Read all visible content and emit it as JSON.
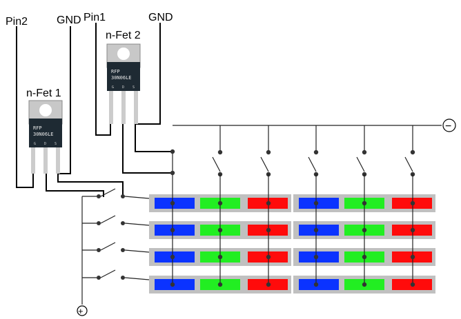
{
  "labels": {
    "pin2": "Pin2",
    "gnd_left": "GND",
    "pin1": "Pin1",
    "gnd_right": "GND",
    "fet1": "n-Fet 1",
    "fet2": "n-Fet 2",
    "minus": "−",
    "plus": "+"
  },
  "fets": [
    {
      "name": "n-Fet 1",
      "part_line1": "RFP",
      "part_line2": "30N06LE",
      "pins": [
        "G",
        "D",
        "S"
      ]
    },
    {
      "name": "n-Fet 2",
      "part_line1": "RFP",
      "part_line2": "30N06LE",
      "pins": [
        "G",
        "D",
        "S"
      ]
    }
  ],
  "led_matrix": {
    "rows": 4,
    "modules_per_row": 2,
    "segment_colors": [
      "#0b33ff",
      "#22ee22",
      "#ff0b0b"
    ],
    "strip_color": "#c0c0c0"
  },
  "colors": {
    "wire": "#000000",
    "fet_body": "#1e2a33",
    "fet_tab": "#c8c8c8"
  }
}
